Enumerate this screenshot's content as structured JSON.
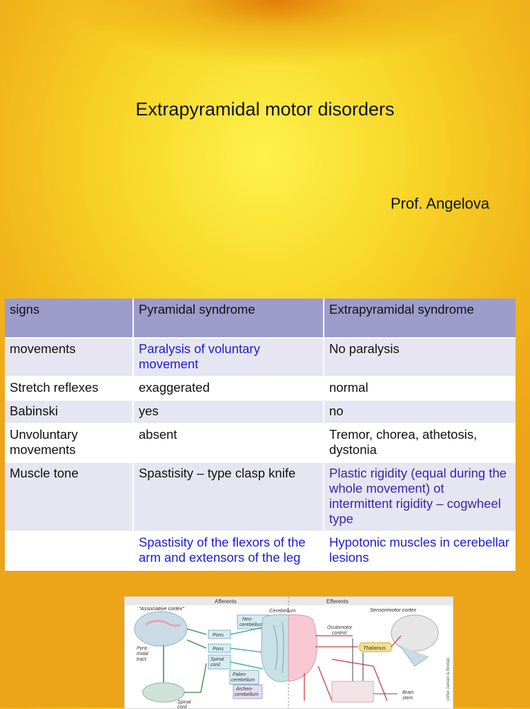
{
  "slide": {
    "title": "Extrapyramidal motor disorders",
    "author": "Prof. Angelova"
  },
  "table": {
    "headers": [
      "signs",
      "Pyramidal syndrome",
      "Extrapyramidal syndrome"
    ],
    "rows": [
      [
        "movements",
        "Paralysis of voluntary movement",
        "No paralysis"
      ],
      [
        "Stretch reflexes",
        "exaggerated",
        "normal"
      ],
      [
        "Babinski",
        "yes",
        "no"
      ],
      [
        "Unvoluntary movements",
        "absent",
        "Tremor, chorea, athetosis, dystonia"
      ],
      [
        "Muscle tone",
        "Spastisity – type clasp knife",
        "Plastic rigidity (equal during the whole movement) ot intermittent rigidity – cogwheel type"
      ],
      [
        "",
        "Spastisity of the flexors of the arm and extensors of the leg",
        "Hypotonic muscles  in cerebellar lesions"
      ]
    ]
  },
  "figure": {
    "labels": {
      "afferents": "Afferents",
      "efferents": "Efferents",
      "associative_cortex": "\"Associative cortex\"",
      "cerebellum": "Cerebellum",
      "sensorimotor_cortex": "Sensorimotor cortex",
      "neo_cerebellum_1": "Neo-",
      "neo_cerebellum_2": "cerebellum",
      "pons_1": "Pons",
      "pons_2": "Pons",
      "spinal_cord_1": "Spinal",
      "spinal_cord_2": "cord",
      "pyramidal_1": "Pyra-",
      "pyramidal_2": "midal",
      "pyramidal_3": "tract",
      "paleo_1": "Paleo-",
      "paleo_2": "cerebellum",
      "archeo_1": "Archeo-",
      "archeo_2": "cerebellum",
      "oculomotor_1": "Oculomotor",
      "oculomotor_2": "control",
      "thalamus": "Thalamus",
      "brain_1": "Brain",
      "brain_2": "stem",
      "spinal_bottom_1": "Spinal",
      "spinal_bottom_2": "cord",
      "credit": "(After Jansen & Brodal)"
    }
  }
}
